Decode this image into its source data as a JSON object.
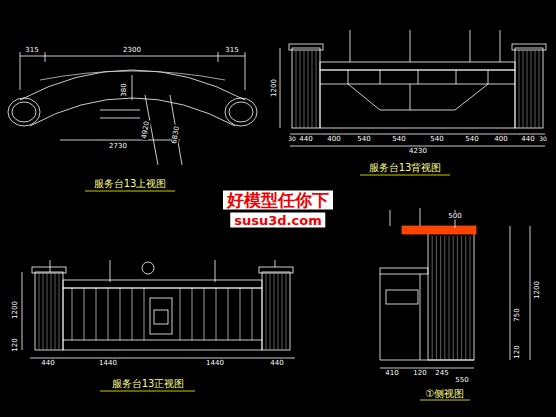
{
  "diagram": {
    "labels": [
      "315",
      "2300",
      "315",
      "380",
      "2730",
      "4920",
      "6830",
      "服务台13上视图",
      "1200",
      "30",
      "440",
      "400",
      "540",
      "540",
      "540",
      "540",
      "400",
      "440",
      "30",
      "4230",
      "服务台13背视图",
      "1200",
      "120",
      "440",
      "1440",
      "1440",
      "440",
      "服务台13正视图",
      "500",
      "1200",
      "750",
      "120",
      "410",
      "120",
      "245",
      "550",
      "①侧视图",
      "好模型任你下",
      "susu3d.com"
    ]
  }
}
